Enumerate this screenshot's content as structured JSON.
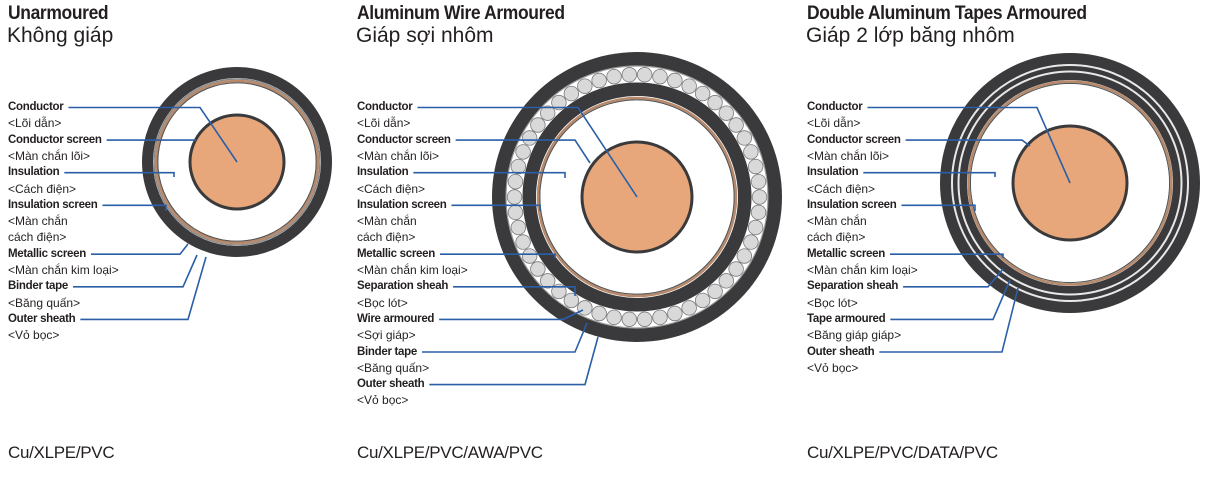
{
  "panels": [
    {
      "title_en": "Unarmoured",
      "title_vi": "Không giáp",
      "code": "Cu/XLPE/PVC",
      "labels": [
        {
          "en": "Conductor",
          "vi": [
            "<Lõi dẫn>"
          ]
        },
        {
          "en": "Conductor screen",
          "vi": [
            "<Màn chắn lõi>"
          ]
        },
        {
          "en": "Insulation",
          "vi": [
            "<Cách điện>"
          ]
        },
        {
          "en": "Insulation screen",
          "vi": [
            "<Màn chắn",
            "cách điện>"
          ]
        },
        {
          "en": "Metallic screen",
          "vi": [
            "<Màn chắn kim loại>"
          ]
        },
        {
          "en": "Binder tape",
          "vi": [
            "<Băng quấn>"
          ]
        },
        {
          "en": "Outer sheath",
          "vi": [
            "<Vỏ bọc>"
          ]
        }
      ]
    },
    {
      "title_en": "Aluminum Wire Armoured",
      "title_vi": "Giáp sợi nhôm",
      "code": "Cu/XLPE/PVC/AWA/PVC",
      "labels": [
        {
          "en": "Conductor",
          "vi": [
            "<Lõi dẫn>"
          ]
        },
        {
          "en": "Conductor screen",
          "vi": [
            "<Màn chắn lõi>"
          ]
        },
        {
          "en": "Insulation",
          "vi": [
            "<Cách điện>"
          ]
        },
        {
          "en": "Insulation screen",
          "vi": [
            "<Màn chắn",
            "cách điện>"
          ]
        },
        {
          "en": "Metallic screen",
          "vi": [
            "<Màn chắn kim loại>"
          ]
        },
        {
          "en": "Separation sheah",
          "vi": [
            "<Bọc lót>"
          ]
        },
        {
          "en": "Wire armoured",
          "vi": [
            "<Sợi giáp>"
          ]
        },
        {
          "en": "Binder tape",
          "vi": [
            "<Băng quấn>"
          ]
        },
        {
          "en": "Outer sheath",
          "vi": [
            "<Vỏ bọc>"
          ]
        }
      ]
    },
    {
      "title_en": "Double Aluminum Tapes Armoured",
      "title_vi": "Giáp 2 lớp băng nhôm",
      "code": "Cu/XLPE/PVC/DATA/PVC",
      "labels": [
        {
          "en": "Conductor",
          "vi": [
            "<Lõi dẫn>"
          ]
        },
        {
          "en": "Conductor screen",
          "vi": [
            "<Màn chắn lõi>"
          ]
        },
        {
          "en": "Insulation",
          "vi": [
            "<Cách điện>"
          ]
        },
        {
          "en": "Insulation screen",
          "vi": [
            "<Màn chắn",
            " cách điện>"
          ]
        },
        {
          "en": "Metallic screen",
          "vi": [
            "<Màn chắn kim loại>"
          ]
        },
        {
          "en": "Separation  sheah",
          "vi": [
            "<Bọc lót>"
          ]
        },
        {
          "en": "Tape armoured",
          "vi": [
            "<Băng giáp giáp>"
          ]
        },
        {
          "en": "Outer sheath",
          "vi": [
            "<Vỏ bọc>"
          ]
        }
      ]
    }
  ],
  "colors": {
    "conductor": "#e8a77a",
    "sheath": "#3a3a3c",
    "copper_tape": "#b7896a",
    "leader_line": "#2a5fa8",
    "armour_wire": "#d9d9d9",
    "text": "#231f20"
  }
}
